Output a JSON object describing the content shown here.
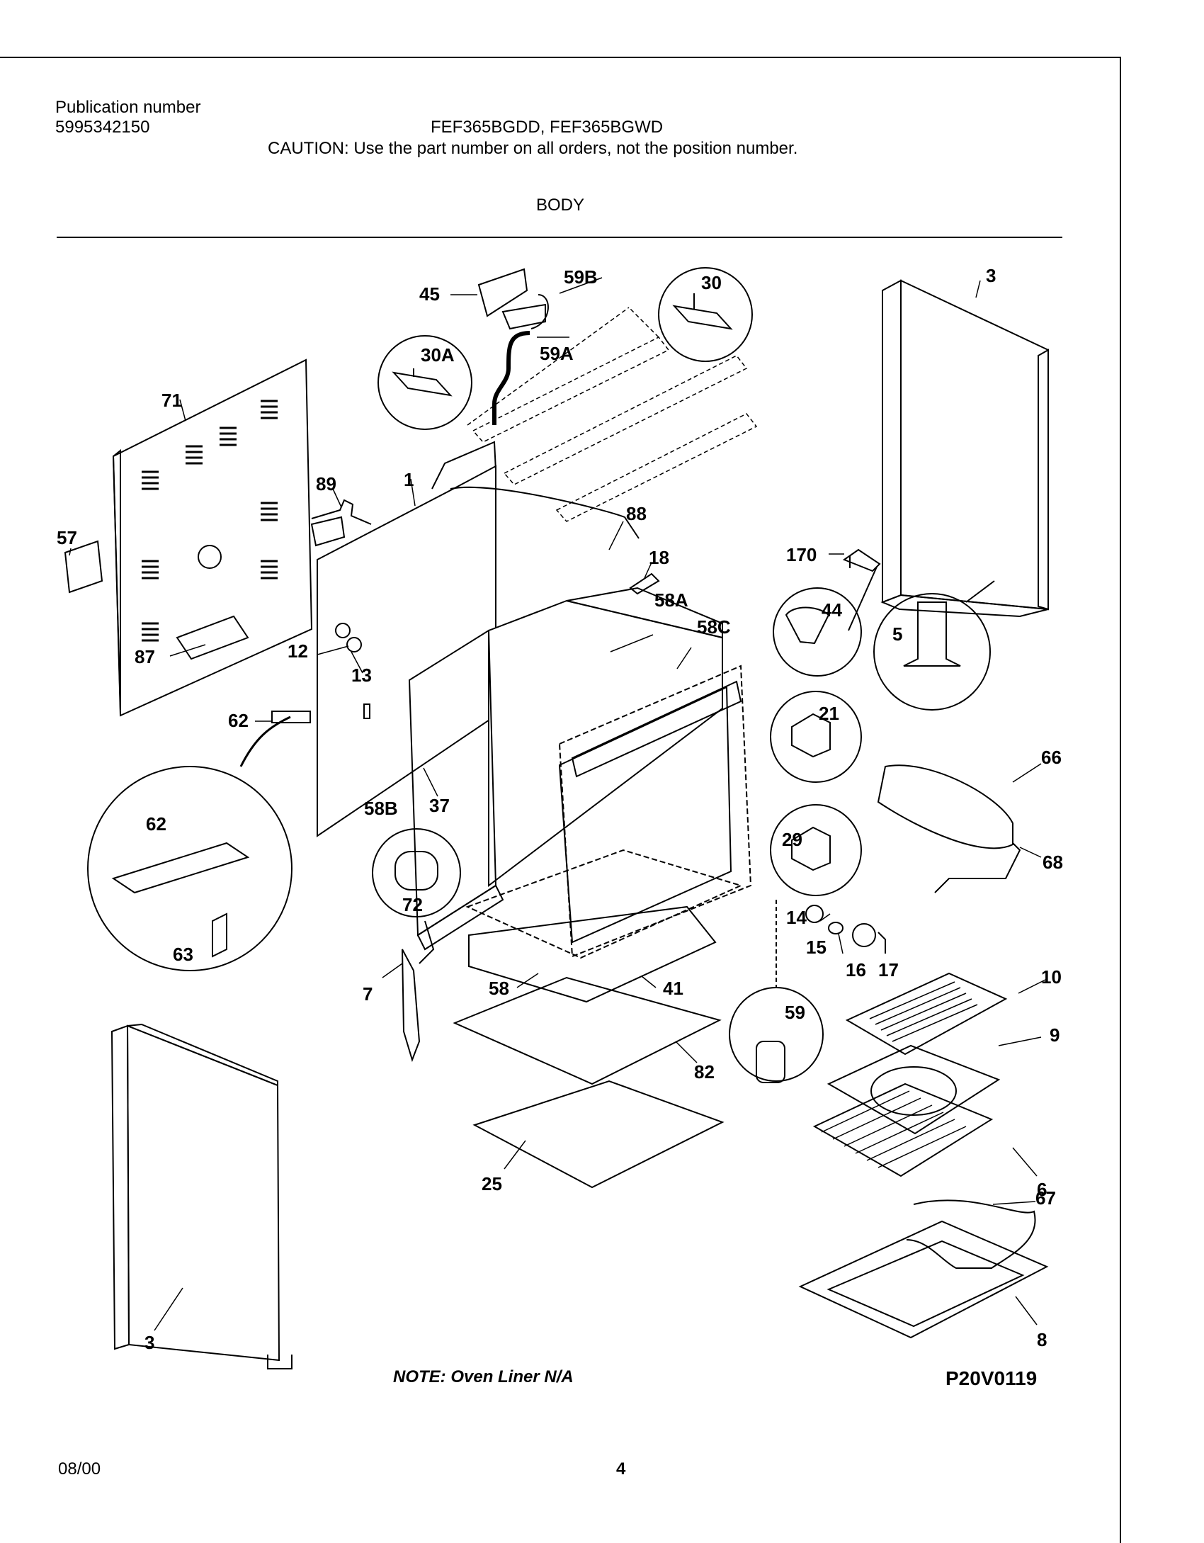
{
  "header": {
    "publication_label": "Publication number",
    "publication_number": "5995342150",
    "models": "FEF365BGDD, FEF365BGWD",
    "caution": "CAUTION:  Use the part number on all orders, not the position number.",
    "section": "BODY"
  },
  "callouts": [
    "3",
    "59B",
    "30",
    "45",
    "30A",
    "59A",
    "71",
    "89",
    "1",
    "88",
    "57",
    "18",
    "170",
    "58A",
    "58C",
    "44",
    "5",
    "12",
    "13",
    "87",
    "21",
    "62",
    "66",
    "58B",
    "37",
    "62",
    "29",
    "68",
    "72",
    "63",
    "14",
    "15",
    "16",
    "17",
    "10",
    "7",
    "58",
    "41",
    "59",
    "9",
    "82",
    "6",
    "25",
    "67",
    "3",
    "8"
  ],
  "footer": {
    "note": "NOTE:  Oven Liner N/A",
    "diagram_code": "P20V0119",
    "date": "08/00",
    "page": "4"
  }
}
